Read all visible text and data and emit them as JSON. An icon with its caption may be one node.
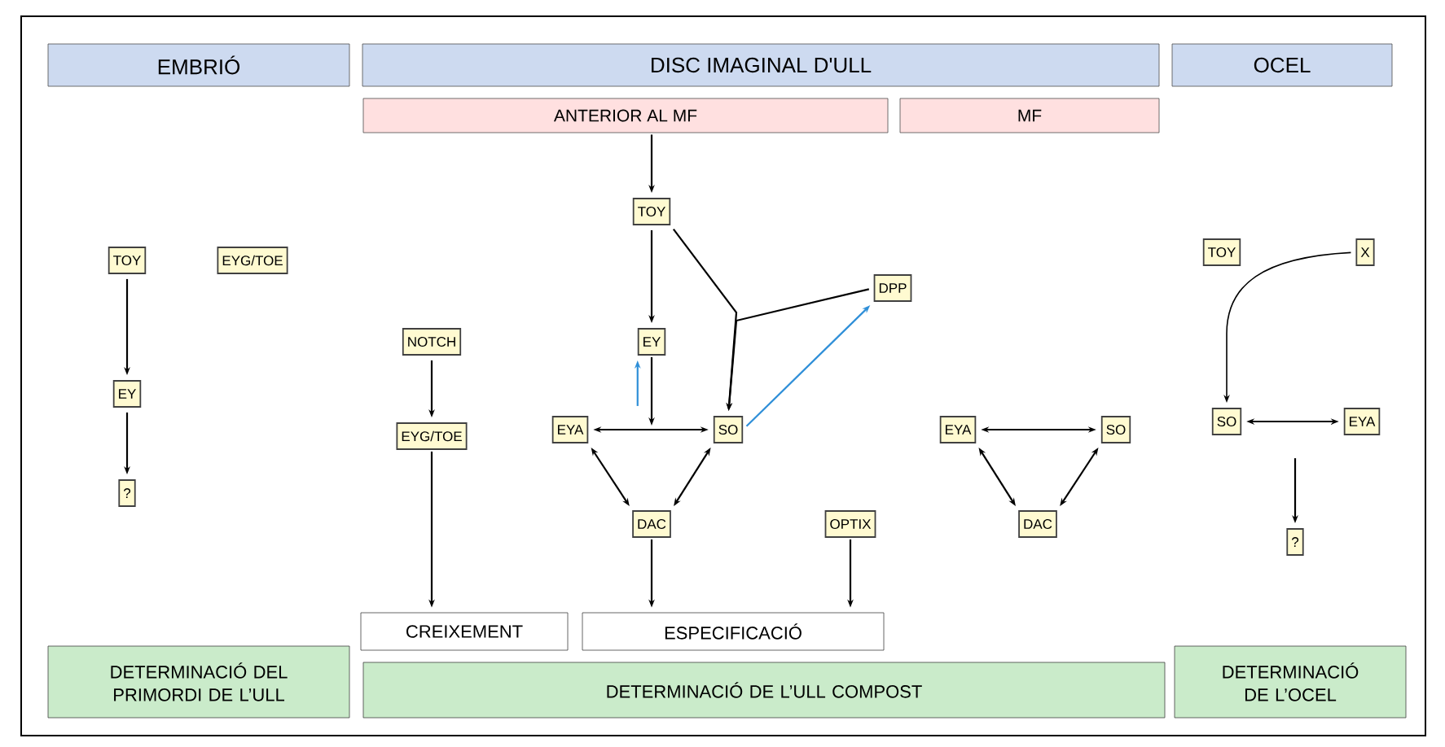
{
  "diagram": {
    "nodes": [
      {
        "text": [
          "EMBRIÓ"
        ]
      },
      {
        "text": [
          "DISC IMAGINAL D'ULL"
        ]
      },
      {
        "text": [
          "OCEL"
        ]
      },
      {
        "text": [
          "ANTERIOR AL MF"
        ]
      },
      {
        "text": [
          "MF"
        ]
      },
      {
        "text": [
          "TOY"
        ]
      },
      {
        "text": [
          "EYG/TOE"
        ]
      },
      {
        "text": [
          "EY"
        ]
      },
      {
        "text": [
          "?"
        ]
      },
      {
        "text": [
          "TOY"
        ]
      },
      {
        "text": [
          "NOTCH"
        ]
      },
      {
        "text": [
          "EY"
        ]
      },
      {
        "text": [
          "DPP"
        ]
      },
      {
        "text": [
          "EYG/TOE"
        ]
      },
      {
        "text": [
          "EYA"
        ]
      },
      {
        "text": [
          "SO"
        ]
      },
      {
        "text": [
          "DAC"
        ]
      },
      {
        "text": [
          "OPTIX"
        ]
      },
      {
        "text": [
          "CREIXEMENT"
        ]
      },
      {
        "text": [
          "ESPECIFICACIÓ"
        ]
      },
      {
        "text": [
          "DETERMINACIÓ DEL PRIMORDI DE L’ULL"
        ]
      },
      {
        "text": [
          "DETERMINACIÓ DE L’ULL COMPOST"
        ]
      },
      {
        "text": [
          "EYA"
        ]
      },
      {
        "text": [
          "SO"
        ]
      },
      {
        "text": [
          "DAC"
        ]
      },
      {
        "text": [
          "TOY"
        ]
      },
      {
        "text": [
          "X"
        ]
      },
      {
        "text": [
          "SO"
        ]
      },
      {
        "text": [
          "EYA"
        ]
      },
      {
        "text": [
          "?"
        ]
      },
      {
        "text": [
          "DETERMINACIÓ DE L’OCEL"
        ]
      }
    ],
    "edges": [
      {
        "from": 3,
        "to": 9,
        "arrow": "to"
      },
      {
        "from": 5,
        "to": 7,
        "arrow": "to"
      },
      {
        "from": 7,
        "to": 8,
        "arrow": "to"
      },
      {
        "from": 9,
        "to": 11,
        "arrow": "to"
      },
      {
        "from": 9,
        "to": 15,
        "arrow": "to"
      },
      {
        "from": 12,
        "to": 15,
        "arrow": "to"
      },
      {
        "from": 11,
        "to": null,
        "arrow": "to"
      },
      {
        "from": null,
        "to": 11,
        "arrow": "to",
        "color": "#2f8fd8"
      },
      {
        "from": 14,
        "to": 15,
        "arrow": "both"
      },
      {
        "from": 15,
        "to": 12,
        "arrow": "to",
        "color": "#2f8fd8"
      },
      {
        "from": 14,
        "to": 16,
        "arrow": "both"
      },
      {
        "from": 15,
        "to": 16,
        "arrow": "both"
      },
      {
        "from": 16,
        "to": 19,
        "arrow": "to"
      },
      {
        "from": 17,
        "to": 19,
        "arrow": "to"
      },
      {
        "from": 10,
        "to": 13,
        "arrow": "to"
      },
      {
        "from": 13,
        "to": 18,
        "arrow": "to"
      },
      {
        "from": 22,
        "to": 23,
        "arrow": "both"
      },
      {
        "from": 22,
        "to": 24,
        "arrow": "both"
      },
      {
        "from": 23,
        "to": 24,
        "arrow": "both"
      },
      {
        "from": 26,
        "to": 27,
        "arrow": "to"
      },
      {
        "from": 27,
        "to": 28,
        "arrow": "both"
      },
      {
        "from": null,
        "to": 29,
        "arrow": "to"
      }
    ]
  }
}
